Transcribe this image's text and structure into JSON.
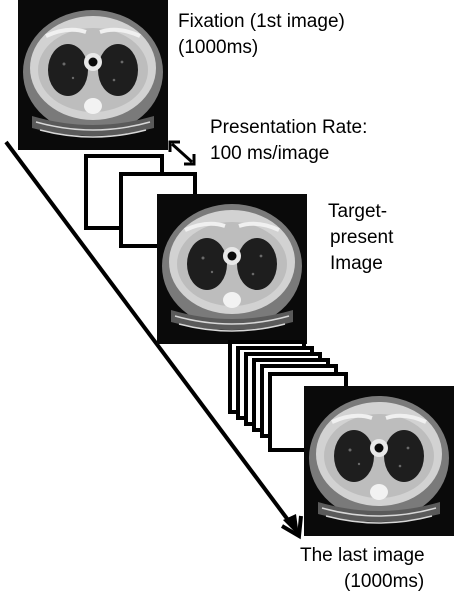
{
  "labels": {
    "fixation_title": "Fixation (1st image)",
    "fixation_duration": "(1000ms)",
    "rate_title": "Presentation Rate:",
    "rate_value": "100 ms/image",
    "target_line1": "Target-",
    "target_line2": "present",
    "target_line3": "Image",
    "last_title": "The last image",
    "last_duration": "(1000ms)"
  },
  "colors": {
    "frame": "#000000",
    "background": "#ffffff",
    "ct_dark": "#0a0a0a",
    "ct_body": "#8c8c8c",
    "ct_tissue": "#d2d2d2",
    "ct_lung": "#1e1e1e",
    "ct_table": "#5a5a5a"
  },
  "icons": {
    "rate_arrow": "double-headed-arrow-icon",
    "timeline_arrow": "time-arrow-icon"
  },
  "sequence": {
    "blank_frames_after_fixation": 2,
    "blank_frames_after_target": 6,
    "ct_images": [
      "fixation-image",
      "target-present-image",
      "last-image"
    ]
  }
}
